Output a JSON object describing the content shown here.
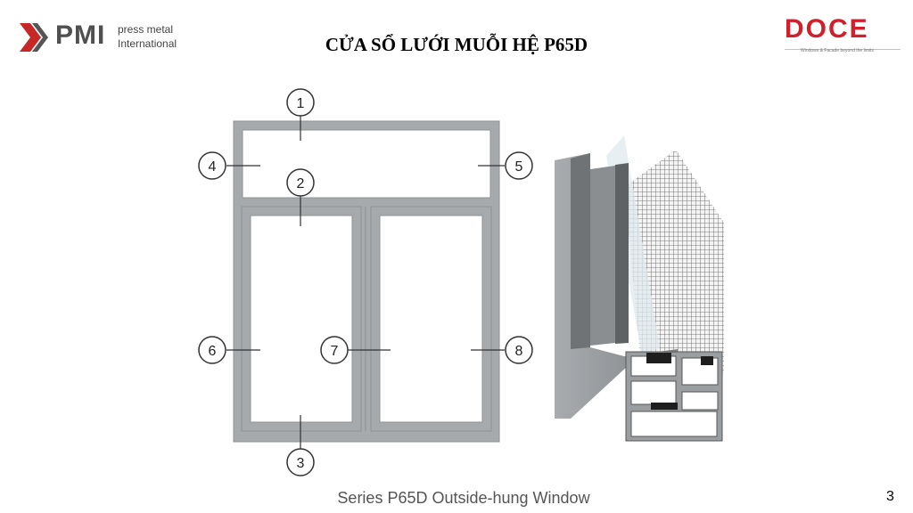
{
  "header": {
    "pmi_logo": {
      "wordmark": "PMI",
      "line1": "press metal",
      "line2": "International"
    },
    "title": "CỬA SỔ LƯỚI MUỖI HỆ P65D",
    "doce_logo": {
      "wordmark": "DOCE",
      "tagline": "Windows & Facade beyond the limits"
    }
  },
  "diagram": {
    "callouts": [
      "1",
      "2",
      "3",
      "4",
      "5",
      "6",
      "7",
      "8"
    ],
    "frame_color": "#a7aaad"
  },
  "caption": "Series P65D Outside-hung Window",
  "page_number": "3",
  "colors": {
    "brand_red": "#d0202e",
    "frame_gray": "#a7aaad"
  }
}
